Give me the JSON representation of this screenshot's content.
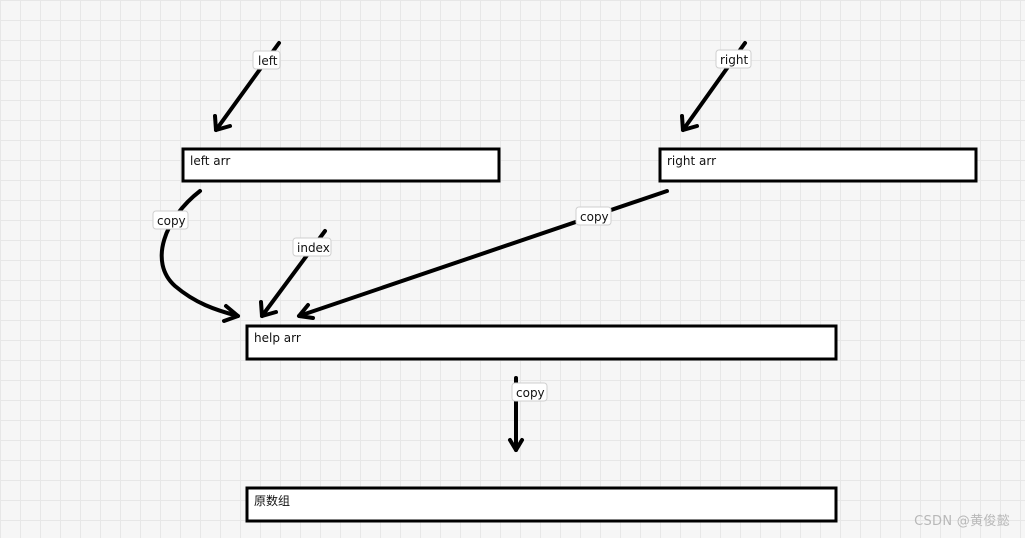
{
  "boxes": {
    "left_arr": "left arr",
    "right_arr": "right arr",
    "help_arr": "help arr",
    "original": "原数组"
  },
  "labels": {
    "left": "left",
    "right": "right",
    "copy_left": "copy",
    "index": "index",
    "copy_right": "copy",
    "copy_down": "copy"
  },
  "watermark": "CSDN @黄俊懿"
}
